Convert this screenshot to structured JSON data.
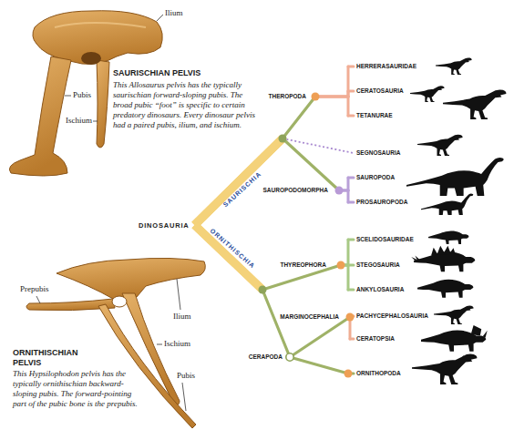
{
  "diagram": {
    "nodes": [
      {
        "text": [
          "DINOSAURIA"
        ]
      },
      {
        "text": [
          "THEROPODA"
        ]
      },
      {
        "text": [
          "HERRERASAURIDAE"
        ]
      },
      {
        "text": [
          "CERATOSAURIA"
        ]
      },
      {
        "text": [
          "TETANURAE"
        ]
      },
      {
        "text": [
          "SEGNOSAURIA"
        ]
      },
      {
        "text": [
          "SAUROPODOMORPHA"
        ]
      },
      {
        "text": [
          "SAUROPODA"
        ]
      },
      {
        "text": [
          "PROSAUROPODA"
        ]
      },
      {
        "text": [
          "THYREOPHORA"
        ]
      },
      {
        "text": [
          "SCELIDOSAURIDAE"
        ]
      },
      {
        "text": [
          "STEGOSAURIA"
        ]
      },
      {
        "text": [
          "ANKYLOSAURIA"
        ]
      },
      {
        "text": [
          "MARGINOCEPHALIA"
        ]
      },
      {
        "text": [
          "PACHYCEPHALOSAURIA"
        ]
      },
      {
        "text": [
          "CERATOPSIA"
        ]
      },
      {
        "text": [
          "CERAPODA"
        ]
      },
      {
        "text": [
          "ORNITHOPODA"
        ]
      }
    ],
    "edges": [
      {
        "from": 0,
        "to": 1,
        "arrow": "none"
      },
      {
        "from": 0,
        "to": 5,
        "arrow": "none"
      },
      {
        "from": 0,
        "to": 6,
        "arrow": "none"
      },
      {
        "from": 1,
        "to": 2,
        "arrow": "none"
      },
      {
        "from": 1,
        "to": 3,
        "arrow": "none"
      },
      {
        "from": 1,
        "to": 4,
        "arrow": "none"
      },
      {
        "from": 6,
        "to": 7,
        "arrow": "none"
      },
      {
        "from": 6,
        "to": 8,
        "arrow": "none"
      },
      {
        "from": 0,
        "to": 9,
        "arrow": "none"
      },
      {
        "from": 0,
        "to": 16,
        "arrow": "none"
      },
      {
        "from": 9,
        "to": 10,
        "arrow": "none"
      },
      {
        "from": 9,
        "to": 11,
        "arrow": "none"
      },
      {
        "from": 9,
        "to": 12,
        "arrow": "none"
      },
      {
        "from": 16,
        "to": 13,
        "arrow": "none"
      },
      {
        "from": 16,
        "to": 17,
        "arrow": "none"
      },
      {
        "from": 13,
        "to": 14,
        "arrow": "none"
      },
      {
        "from": 13,
        "to": 15,
        "arrow": "none"
      }
    ],
    "labels": [
      "SAURISCHIAN PELVIS",
      "This Allosaurus pelvis has the typically saurischian forward-sloping pubis. The broad pubic “foot” is specific to certain predatory dinosaurs. Every dinosaur pelvis had a paired pubis, ilium, and ischium.",
      "Ilium",
      "Pubis",
      "Ischium",
      "SAURISCHIA",
      "ORNITHISCHIA",
      "ORNITHISCHIAN PELVIS",
      "This Hypsilophodon pelvis has the typically ornithischian backward-sloping pubis. The forward-pointing part of the pubic bone is the prepubis.",
      "Prepubis",
      "Ilium",
      "Ischium",
      "Pubis"
    ]
  }
}
